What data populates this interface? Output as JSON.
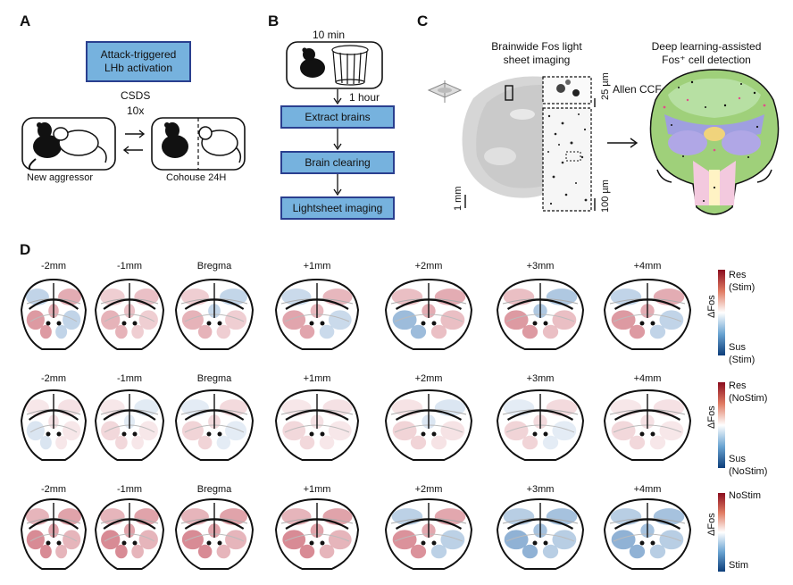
{
  "panels": {
    "A": {
      "letter": "A",
      "box_text": "Attack-triggered LHb activation",
      "csds": "CSDS",
      "reps": "10x",
      "left_label": "New aggressor",
      "right_label": "Cohouse 24H"
    },
    "B": {
      "letter": "B",
      "time_top": "10 min",
      "time_after": "1 hour",
      "steps": [
        "Extract brains",
        "Brain clearing",
        "Lightsheet imaging"
      ]
    },
    "C": {
      "letter": "C",
      "title_left": "Brainwide Fos light sheet imaging",
      "title_right": "Deep learning-assisted Fos⁺ cell detection",
      "allen": "Allen CCF",
      "scale_small": "25 µm",
      "scale_mid": "100 µm",
      "scale_mm": "1 mm"
    },
    "D": {
      "letter": "D",
      "positions": [
        "-2mm",
        "-1mm",
        "Bregma",
        "+1mm",
        "+2mm",
        "+3mm",
        "+4mm"
      ],
      "rows": [
        {
          "axis": "ΔFos",
          "top": "Res\n(Stim)",
          "bottom": "Sus\n(Stim)"
        },
        {
          "axis": "ΔFos",
          "top": "Res\n(NoStim)",
          "bottom": "Sus\n(NoStim)"
        },
        {
          "axis": "ΔFos",
          "top": "NoStim",
          "bottom": "Stim"
        }
      ]
    }
  },
  "colors": {
    "box_fill": "#76b2de",
    "box_border": "#2a3f8f",
    "red": "#b2182b",
    "blue": "#2166ac"
  }
}
